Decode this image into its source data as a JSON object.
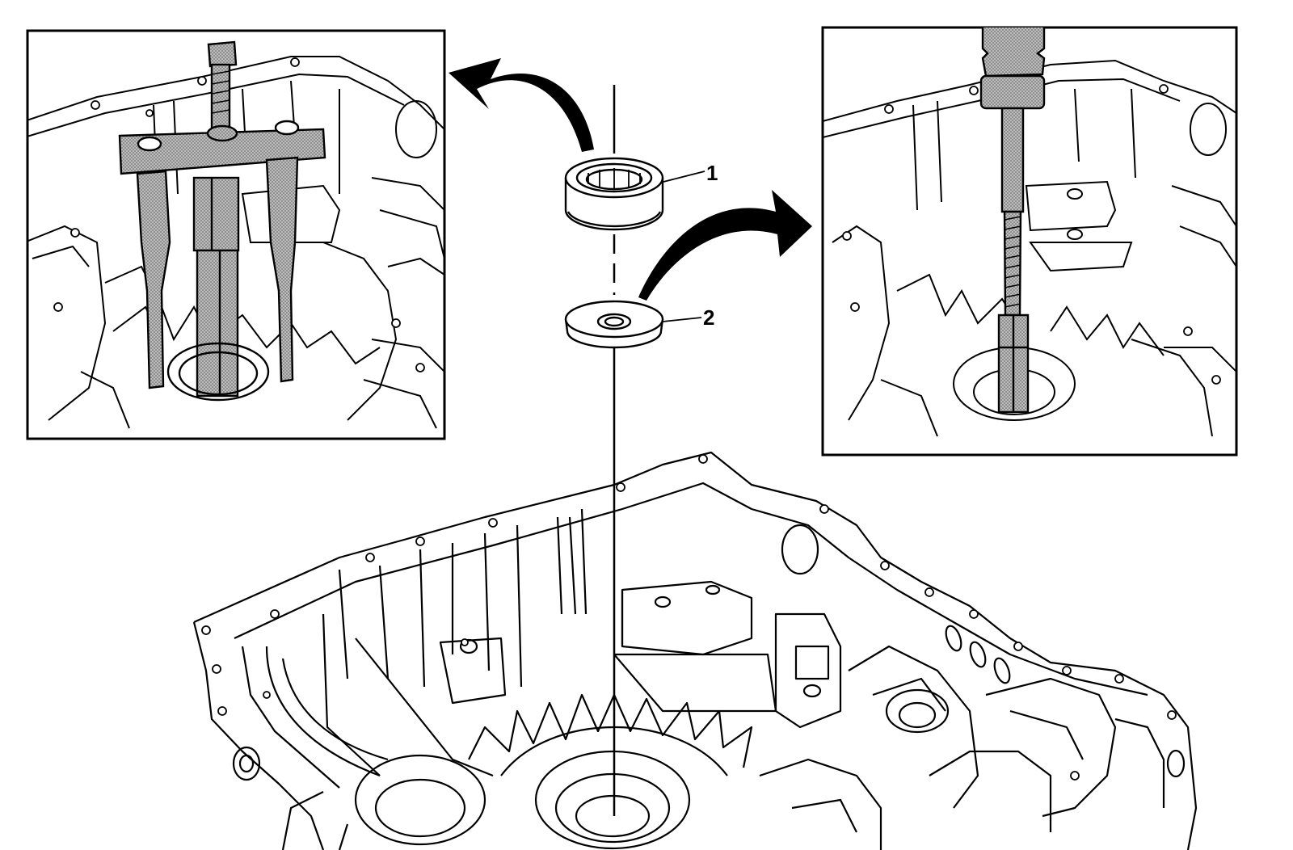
{
  "diagram": {
    "callouts": [
      {
        "id": "bearing",
        "label": "1"
      },
      {
        "id": "seal",
        "label": "2"
      }
    ],
    "colors": {
      "line": "#000000",
      "background": "#ffffff",
      "stipple": "#8a8a8a"
    },
    "icons": {
      "left_inset": "bearing-puller-tool-icon",
      "right_inset": "seal-installer-tool-icon",
      "main": "transmission-case-icon",
      "arrow_left": "curved-arrow-left-icon",
      "arrow_right": "curved-arrow-right-icon"
    }
  }
}
